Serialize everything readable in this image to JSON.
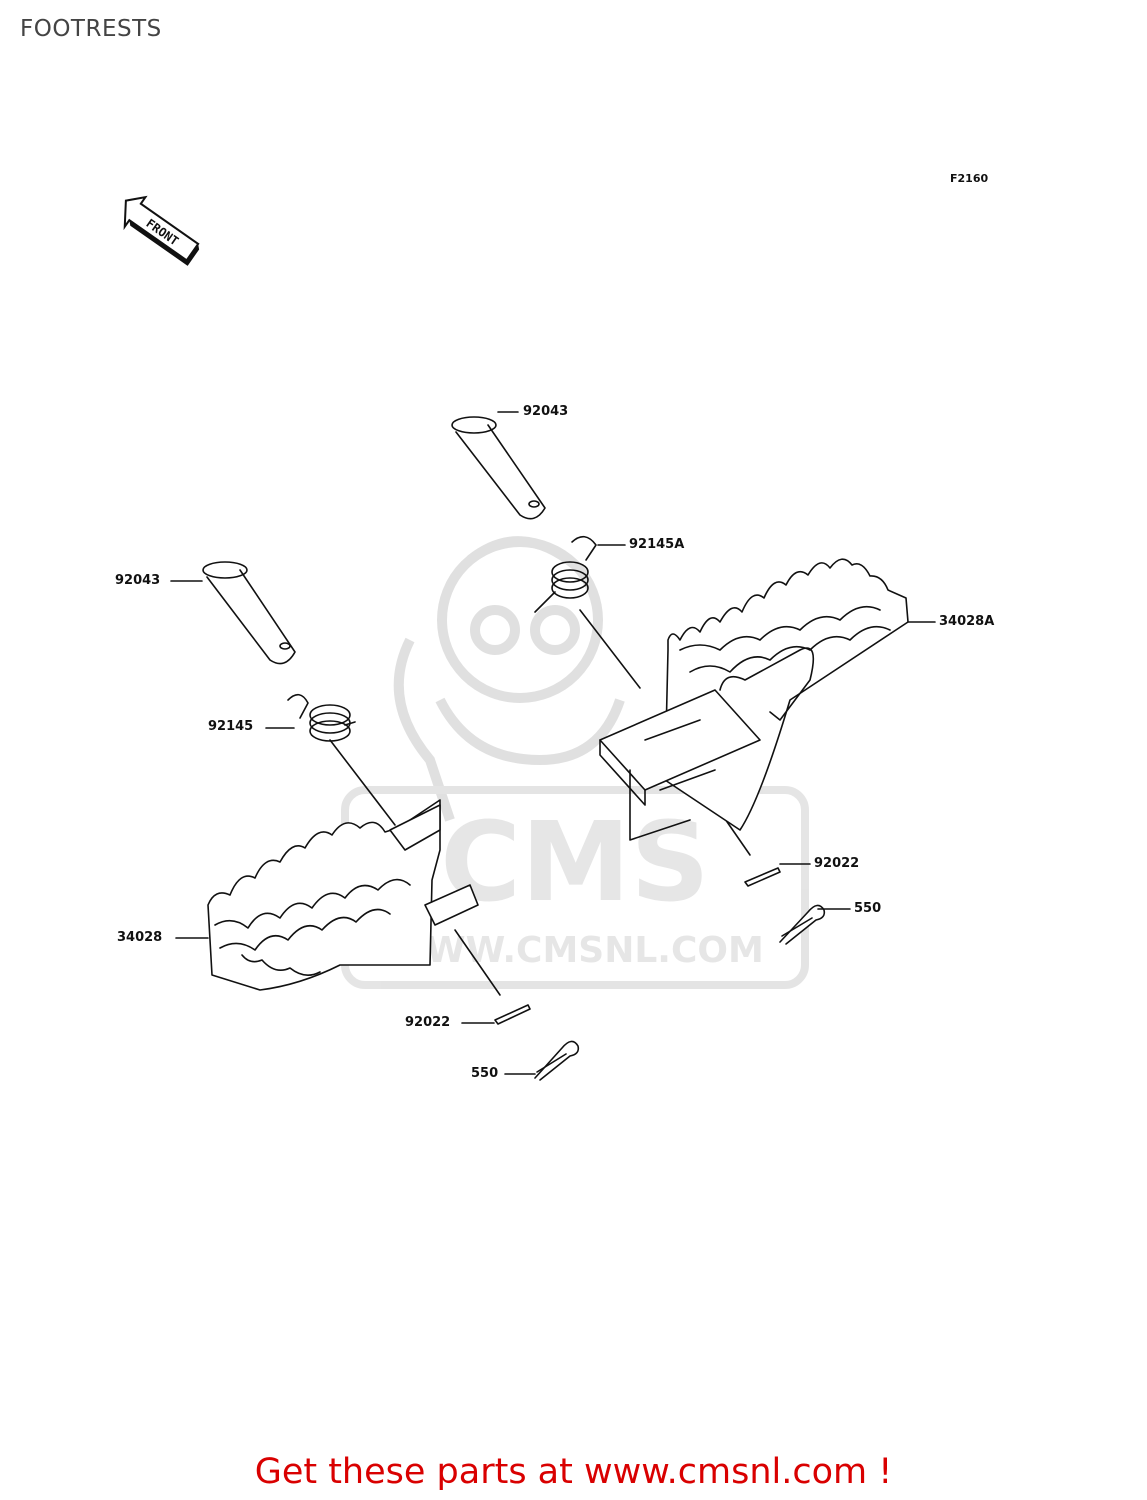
{
  "header": {
    "title": "FOOTRESTS"
  },
  "diagram": {
    "code": "F2160",
    "front_arrow_text": "FRONT",
    "callouts": [
      {
        "id": "pin-upper",
        "label": "92043"
      },
      {
        "id": "spring-right",
        "label": "92145A"
      },
      {
        "id": "pin-left",
        "label": "92043"
      },
      {
        "id": "footrest-right",
        "label": "34028A"
      },
      {
        "id": "spring-left",
        "label": "92145"
      },
      {
        "id": "cotter-upper",
        "label": "92022"
      },
      {
        "id": "clip-upper",
        "label": "550"
      },
      {
        "id": "footrest-left",
        "label": "34028"
      },
      {
        "id": "cotter-lower",
        "label": "92022"
      },
      {
        "id": "clip-lower",
        "label": "550"
      }
    ]
  },
  "watermark": {
    "logo_text": "CMS",
    "url_text": "WWW.CMSNL.COM"
  },
  "footer": {
    "promo": "Get these parts at www.cmsnl.com !"
  }
}
